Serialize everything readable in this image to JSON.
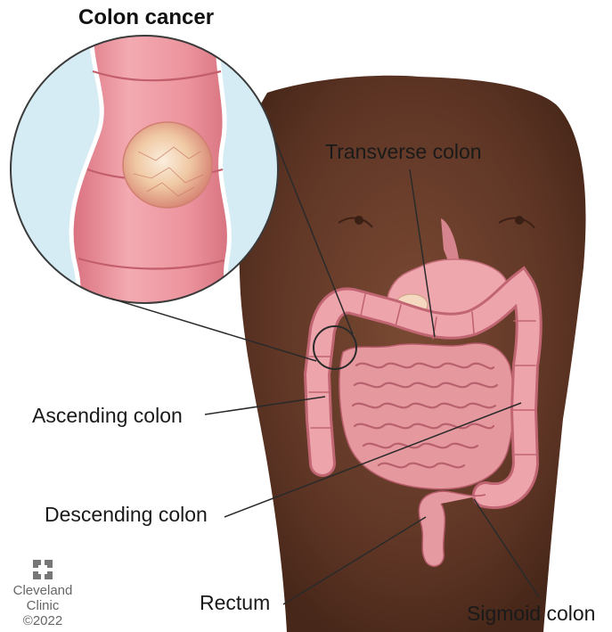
{
  "title": "Colon cancer",
  "labels": {
    "transverse": "Transverse colon",
    "ascending": "Ascending colon",
    "descending": "Descending colon",
    "rectum": "Rectum",
    "sigmoid": "Sigmoid colon"
  },
  "logo": {
    "line1": "Cleveland",
    "line2": "Clinic",
    "copyright": "©2022"
  },
  "colors": {
    "skin": "#6b3f2c",
    "skin_shadow": "#4f2c1e",
    "colon": "#e9a0a8",
    "colon_dark": "#c96f7b",
    "tumor": "#f2d5b8",
    "inset_bg": "#d6ecf4"
  }
}
